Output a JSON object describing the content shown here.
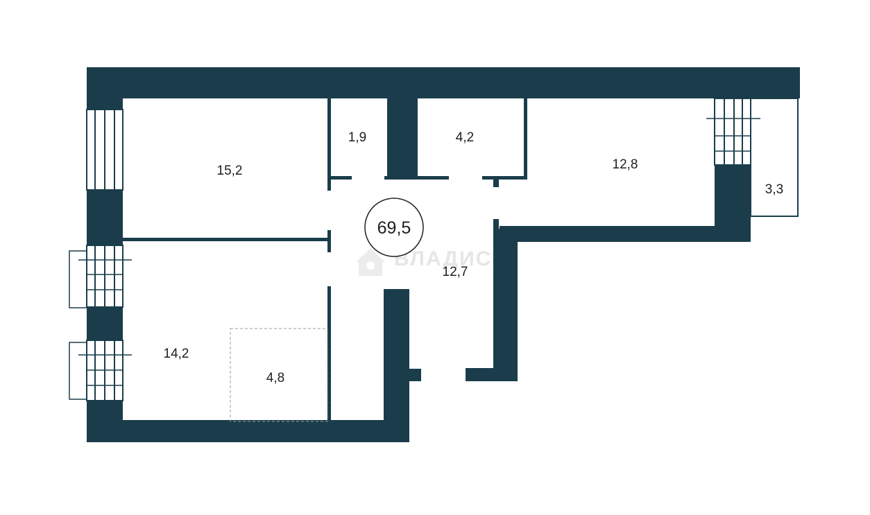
{
  "plan": {
    "total_area": "69,5",
    "wall_color": "#1b3d4b",
    "watermark_text": "ВЛАДИС",
    "rooms": {
      "room_a": "15,2",
      "room_b": "14,2",
      "room_c": "4,8",
      "room_d": "1,9",
      "room_e": "4,2",
      "room_f": "12,8",
      "room_g": "12,7",
      "room_h": "3,3"
    }
  }
}
